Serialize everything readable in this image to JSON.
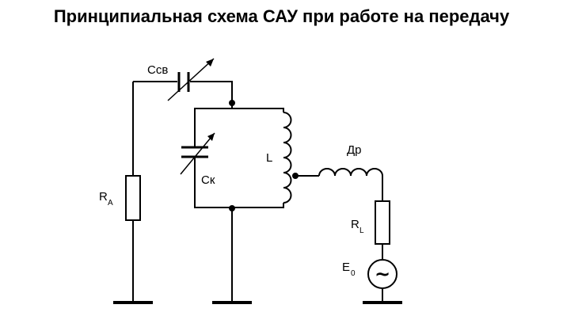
{
  "title": "Принципиальная схема САУ при работе на передачу",
  "labels": {
    "c_coupling": "Cсв",
    "c_tank": "Cк",
    "inductor": "L",
    "choke": "Др",
    "r_a_main": "R",
    "r_a_sub": "A",
    "r_l_main": "R",
    "r_l_sub": "L",
    "e0_main": "E",
    "e0_sub": "0",
    "source_symbol": "~"
  }
}
